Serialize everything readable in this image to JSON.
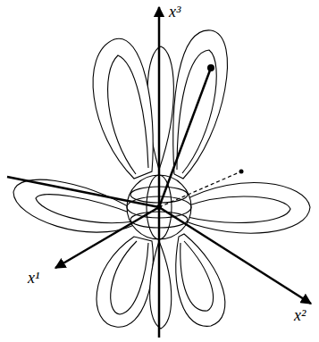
{
  "diagram": {
    "labels": [
      "x³",
      "x¹",
      "x²"
    ]
  }
}
